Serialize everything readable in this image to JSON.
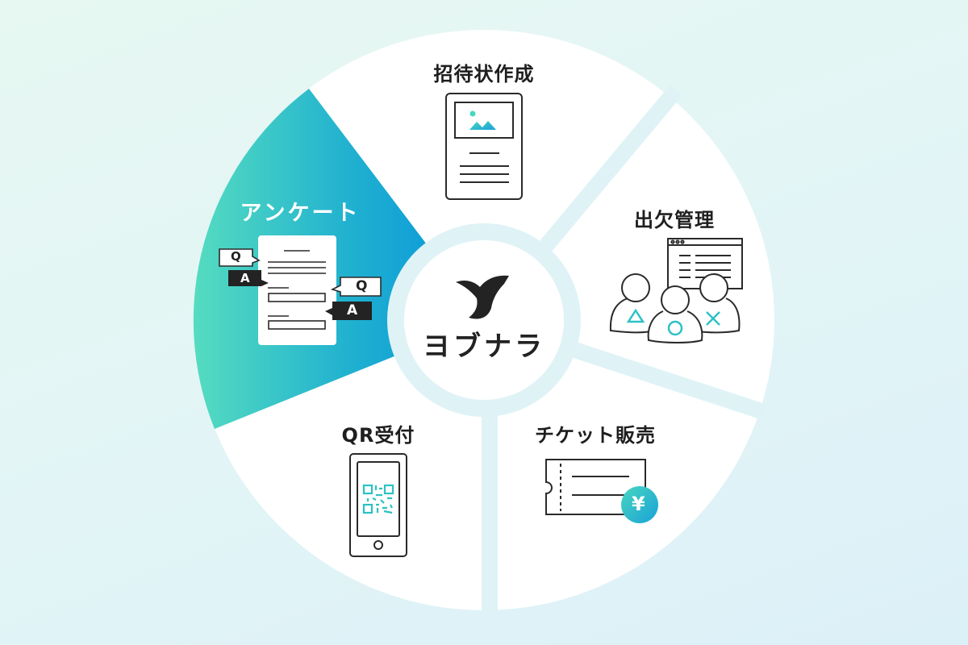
{
  "diagram": {
    "center": {
      "brand_name": "ヨブナラ",
      "logo_icon": "bird-logo-icon"
    },
    "segments": [
      {
        "id": "invitation",
        "label": "招待状作成",
        "icon": "invitation-card-icon",
        "highlighted": false
      },
      {
        "id": "attendance",
        "label": "出欠管理",
        "icon": "attendance-people-icon",
        "highlighted": false
      },
      {
        "id": "ticket",
        "label": "チケット販売",
        "icon": "ticket-yen-icon",
        "highlighted": false
      },
      {
        "id": "qr",
        "label": "QR受付",
        "icon": "smartphone-qr-icon",
        "highlighted": false
      },
      {
        "id": "survey",
        "label": "アンケート",
        "icon": "survey-qa-icon",
        "highlighted": true
      }
    ],
    "survey_icon": {
      "q_label": "Q",
      "a_label": "A"
    },
    "ticket_icon": {
      "currency_symbol": "¥"
    },
    "colors": {
      "highlight_gradient_start": "#4fd8c0",
      "highlight_gradient_end": "#0894dc",
      "accent_teal": "#3ccbbf",
      "accent_blue": "#22a9d6",
      "divider": "#dff3f6",
      "segment_fill": "#ffffff",
      "text": "#1e1e1e"
    }
  }
}
